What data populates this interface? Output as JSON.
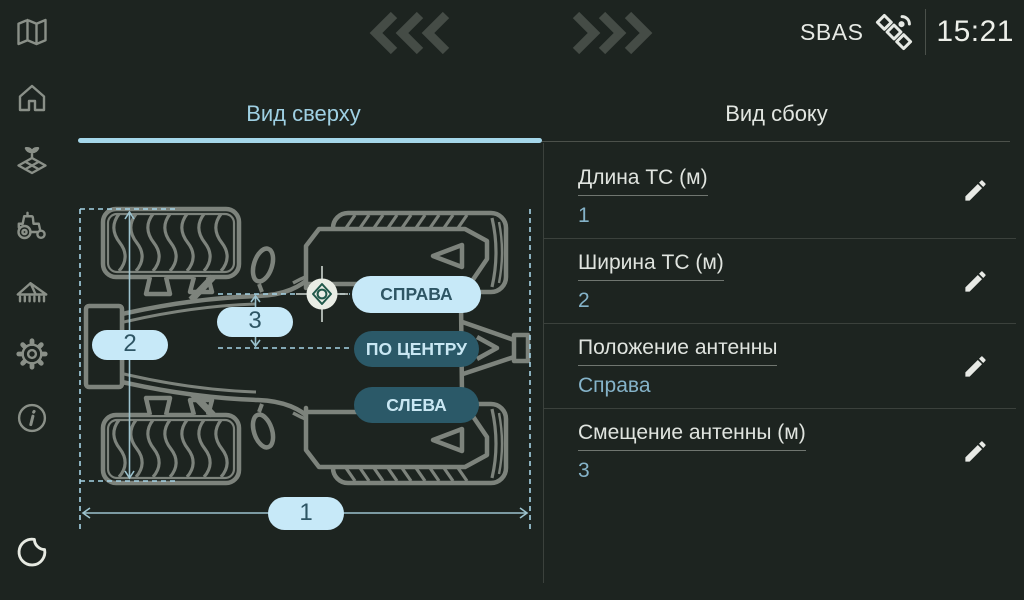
{
  "colors": {
    "background": "#1d2420",
    "accent_underline": "#a5d7ea",
    "tab_active_text": "#9fd0e3",
    "value_text": "#85b3c9",
    "pill_light_bg": "#c7e9f8",
    "pill_light_text": "#2e5564",
    "pill_dark_bg": "#2b5968",
    "pill_dark_text": "#c9e7f3",
    "diagram_stroke": "#7d837c",
    "dashed_line": "#a5d3e6",
    "sidebar_icon": "#8a9088"
  },
  "topbar": {
    "sbas_label": "SBAS",
    "time": "15:21"
  },
  "sidebar": {
    "icons": [
      "map-icon",
      "home-icon",
      "field-crop-icon",
      "tractor-icon",
      "implement-icon",
      "settings-gear-icon",
      "info-icon",
      "moon-icon"
    ]
  },
  "tabs": [
    {
      "label": "Вид сверху",
      "active": true
    },
    {
      "label": "Вид сбоку",
      "active": false
    }
  ],
  "vehicle_diagram": {
    "dimension_labels": {
      "length": "1",
      "width": "2",
      "antenna_offset": "3"
    },
    "antenna_position_buttons": [
      {
        "label": "СПРАВА",
        "selected": true
      },
      {
        "label": "ПО ЦЕНТРУ",
        "selected": false
      },
      {
        "label": "СЛЕВА",
        "selected": false
      }
    ]
  },
  "fields": [
    {
      "label": "Длина ТС (м)",
      "value": "1"
    },
    {
      "label": "Ширина ТС  (м)",
      "value": "2"
    },
    {
      "label": "Положение антенны",
      "value": "Справа"
    },
    {
      "label": "Смещение антенны (м)",
      "value": "3"
    }
  ]
}
